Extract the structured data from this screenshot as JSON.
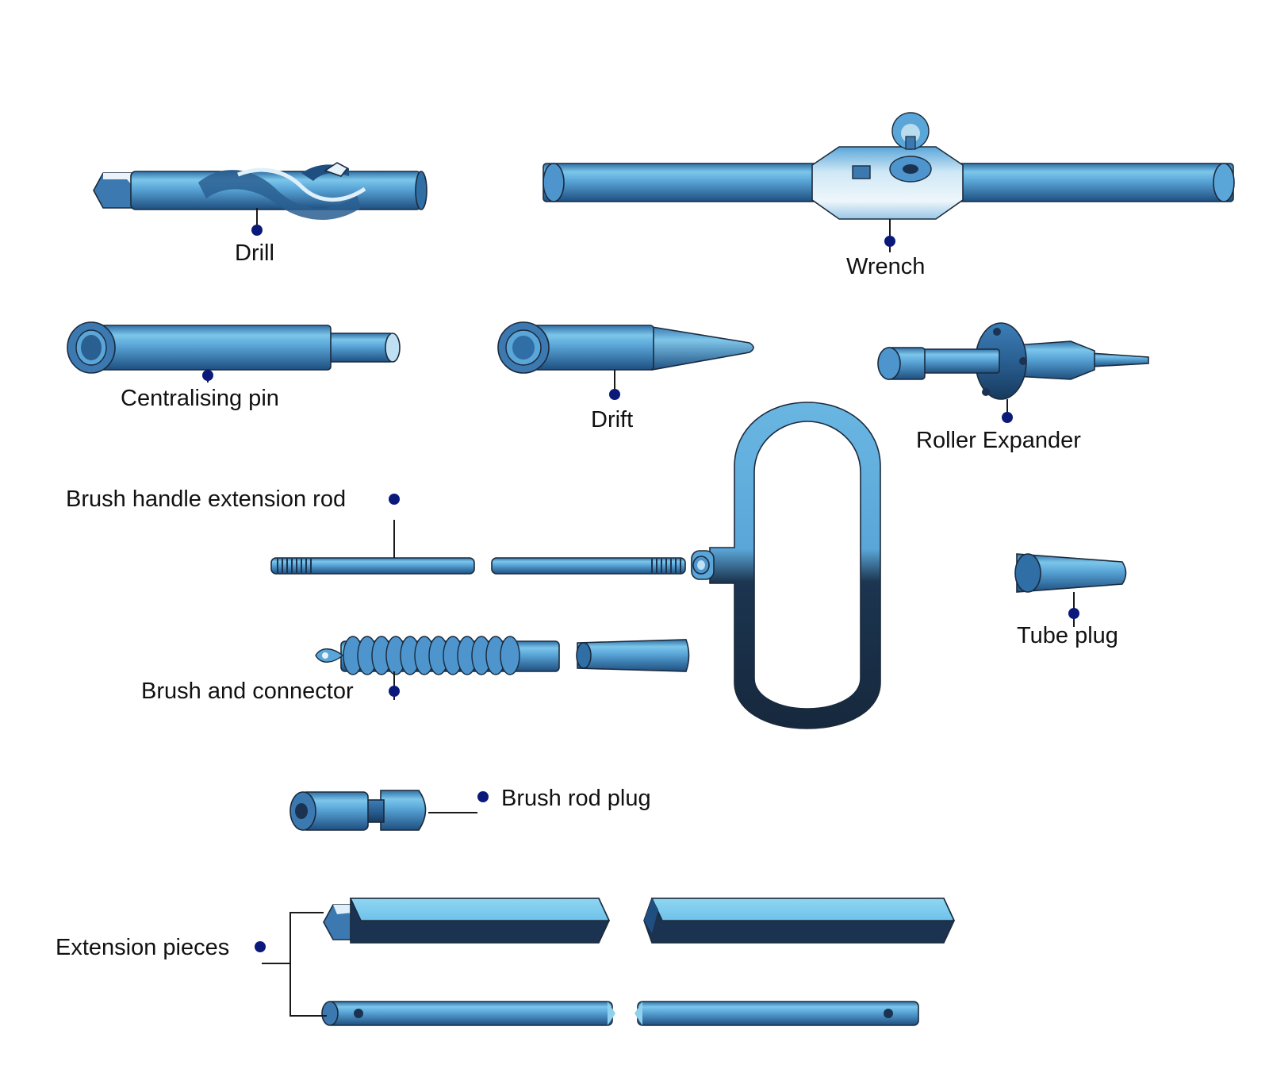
{
  "colors": {
    "metal_light": "#8fd0ee",
    "metal_mid": "#5aa4d6",
    "metal_dark": "#2e6fa8",
    "metal_shadow": "#1b3350",
    "bullet": "#0b1a7a",
    "outline": "#1b2a3d"
  },
  "labels": {
    "drill": "Drill",
    "wrench": "Wrench",
    "centralising_pin": "Centralising pin",
    "drift": "Drift",
    "roller_expander": "Roller Expander",
    "brush_handle_extension_rod": "Brush handle extension rod",
    "tube_plug": "Tube plug",
    "brush_and_connector": "Brush and connector",
    "brush_rod_plug": "Brush rod plug",
    "extension_pieces": "Extension pieces"
  }
}
